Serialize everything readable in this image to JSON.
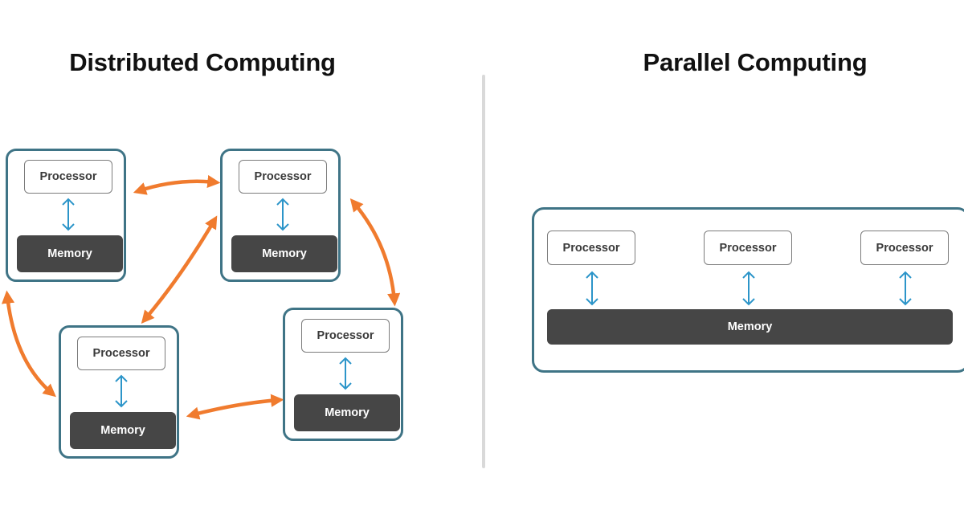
{
  "titles": {
    "distributed": "Distributed Computing",
    "parallel": "Parallel Computing"
  },
  "distributed": {
    "nodes": [
      {
        "processor": "Processor",
        "memory": "Memory"
      },
      {
        "processor": "Processor",
        "memory": "Memory"
      },
      {
        "processor": "Processor",
        "memory": "Memory"
      },
      {
        "processor": "Processor",
        "memory": "Memory"
      }
    ]
  },
  "parallel": {
    "processors": [
      "Processor",
      "Processor",
      "Processor"
    ],
    "memory": "Memory"
  },
  "colors": {
    "node_border": "#3f7486",
    "memory_fill": "#464646",
    "network_arrow": "#f07b2e",
    "bus_arrow": "#2c95c9",
    "divider": "#d9d9d9"
  }
}
